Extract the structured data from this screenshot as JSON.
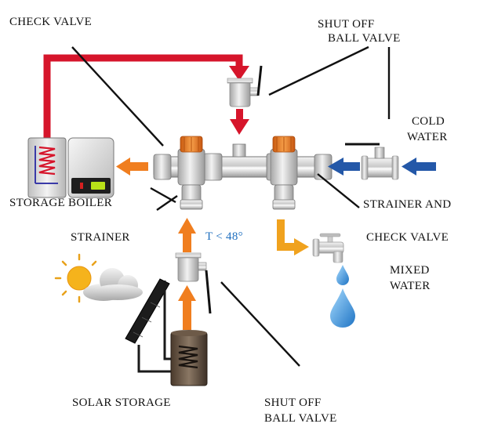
{
  "labels": {
    "check_valve_top": "CHECK VALVE",
    "shut_off_top_line1": "SHUT OFF",
    "shut_off_top_line2": "BALL VALVE",
    "cold_water_line1": "COLD",
    "cold_water_line2": "WATER",
    "storage_boiler": "STORAGE BOILER",
    "strainer_and": "STRAINER AND",
    "check_valve_right": "CHECK VALVE",
    "strainer_left": "STRAINER",
    "temperature": "T < 48°",
    "mixed_water_line1": "MIXED",
    "mixed_water_line2": "WATER",
    "solar_storage": "SOLAR STORAGE",
    "shut_off_bottom_line1": "SHUT OFF",
    "shut_off_bottom_line2": "BALL VALVE"
  },
  "colors": {
    "hot_pipe": "#d6152b",
    "hot_arrow": "#d6152b",
    "flow_arrow": "#f07e1f",
    "cold_arrow": "#2458a8",
    "mixed_arrow": "#f0a21e",
    "water_drop": "#2f8fd6",
    "brass_knob": "#ee7d1e",
    "sun": "#f5b31c"
  }
}
